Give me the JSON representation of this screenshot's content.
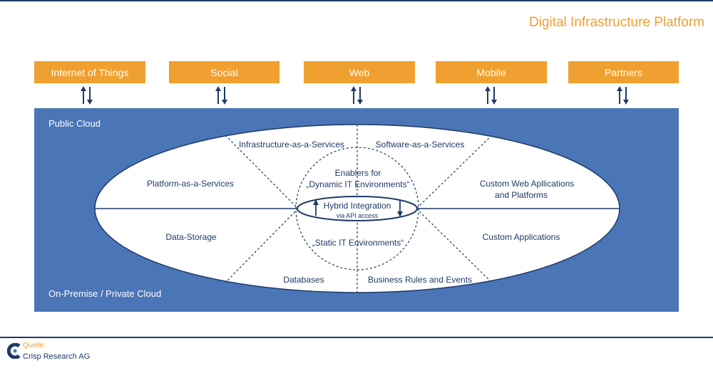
{
  "title": "Digital Infrastructure Platform",
  "channels": [
    {
      "label": "Internet of Things"
    },
    {
      "label": "Social"
    },
    {
      "label": "Web"
    },
    {
      "label": "Mobile"
    },
    {
      "label": "Partners"
    }
  ],
  "panel": {
    "public_label": "Public Cloud",
    "private_label": "On-Premise / Private Cloud"
  },
  "segments": {
    "iaas": "Infrastructure-as-a-Services",
    "saas": "Software-as-a-Services",
    "paas": "Platform-as-a-Services",
    "custom_web_1": "Custom Web Apllications",
    "custom_web_2": "and Platforms",
    "data_storage": "Data-Storage",
    "custom_apps": "Custom Applications",
    "databases": "Databases",
    "business_rules": "Business Rules and Events"
  },
  "center": {
    "enablers_1": "Enablers for",
    "enablers_2": "„Dynamic IT Environments“",
    "static": "„Static IT Environments“",
    "hybrid_main": "Hybrid Integration",
    "hybrid_sub": "via API access"
  },
  "source": {
    "label": "Quelle:",
    "value": "Crisp Research AG"
  },
  "colors": {
    "orange": "#f0a030",
    "navy": "#1f3a67",
    "panel_blue": "#4a75b6",
    "white": "#ffffff"
  }
}
